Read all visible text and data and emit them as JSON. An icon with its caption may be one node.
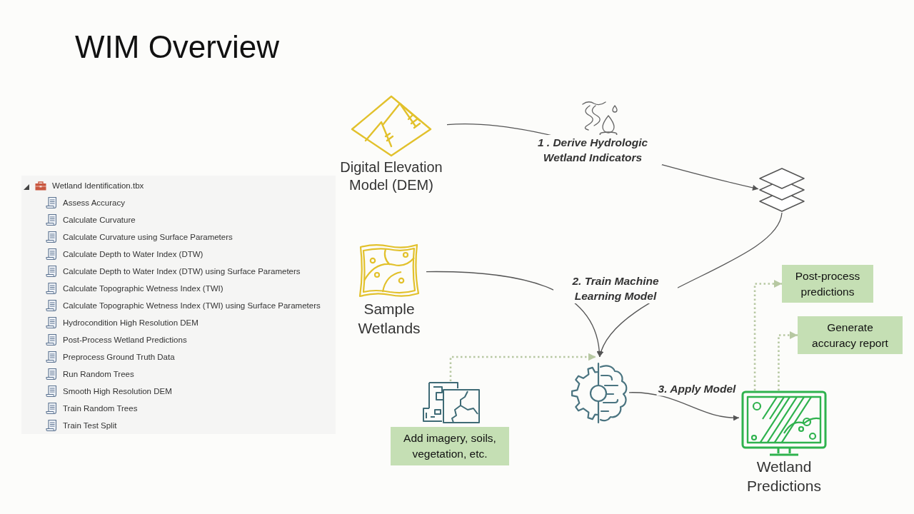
{
  "diagram": {
    "title": "WIM Overview",
    "nodes": [
      {
        "text": [
          "Wetland Identification.tbx",
          "Assess Accuracy",
          "Calculate Curvature",
          "Calculate Curvature using Surface Parameters",
          "Calculate Depth to Water Index (DTW)",
          "Calculate Depth to Water Index (DTW) using Surface Parameters",
          "Calculate Topographic Wetness Index (TWI)",
          "Calculate Topographic Wetness Index (TWI) using Surface Parameters",
          "Hydrocondition High Resolution DEM",
          "Post-Process Wetland Predictions",
          "Preprocess Ground Truth Data",
          "Run Random Trees",
          "Smooth High Resolution DEM",
          "Train Random Trees",
          "Train Test Split"
        ]
      },
      {
        "text": [
          "Digital Elevation Model (DEM)"
        ]
      },
      {
        "text": [],
        "shape": "picture"
      },
      {
        "text": [
          "Sample Wetlands"
        ]
      },
      {
        "text": [],
        "shape": "picture"
      },
      {
        "text": [],
        "shape": "picture"
      },
      {
        "text": [
          "Add imagery, soils, vegetation, etc."
        ]
      },
      {
        "text": [
          "Wetland Predictions"
        ]
      },
      {
        "text": [
          "Post-process predictions"
        ]
      },
      {
        "text": [
          "Generate accuracy report"
        ]
      }
    ],
    "edges": [
      {
        "from": 1,
        "to": 2,
        "arrow": "to",
        "label": "1 . Derive Hydrologic Wetland Indicators"
      },
      {
        "from": 2,
        "to": 4,
        "arrow": "to"
      },
      {
        "from": 3,
        "to": 4,
        "arrow": "to"
      },
      {
        "from": 5,
        "to": 4,
        "arrow": "to",
        "style": "dashed",
        "color": "#b7c8a2"
      },
      {
        "from": 4,
        "to": 7,
        "arrow": "to",
        "label": "3. Apply Model"
      },
      {
        "from": 7,
        "to": 8,
        "arrow": "to",
        "style": "dashed",
        "color": "#b7c8a2"
      },
      {
        "from": 7,
        "to": 9,
        "arrow": "to",
        "style": "dashed",
        "color": "#b7c8a2"
      }
    ],
    "labels": [
      "2. Train Machine Learning Model"
    ]
  }
}
